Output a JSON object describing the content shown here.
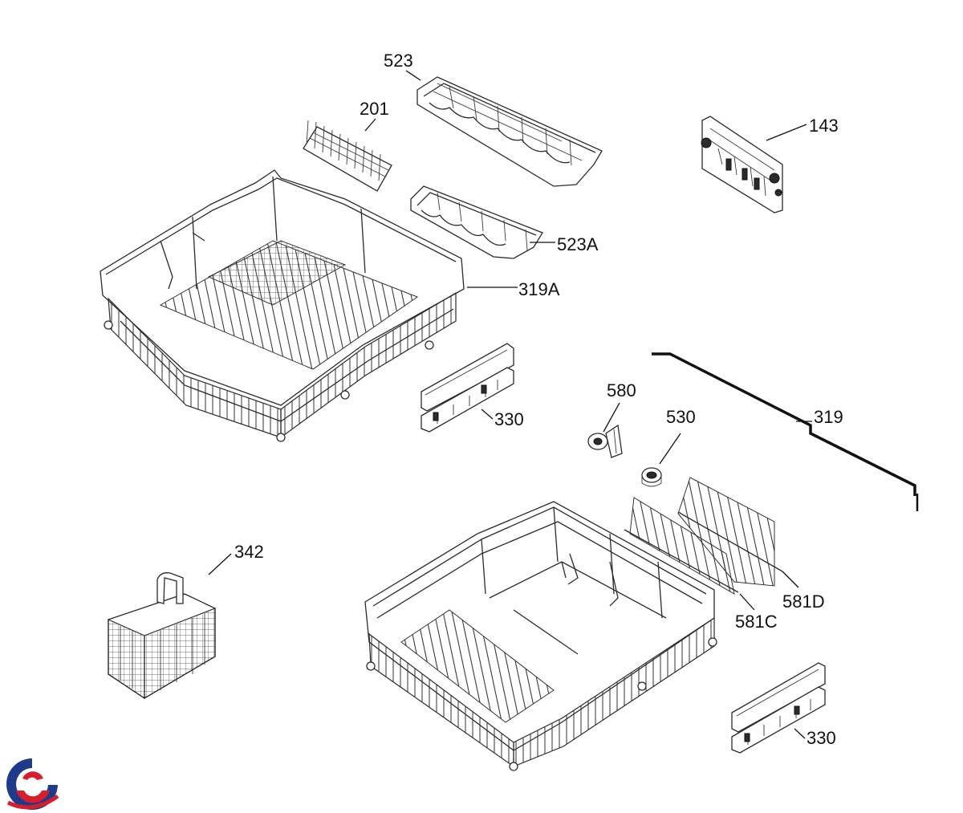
{
  "labels": {
    "p523": "523",
    "p201": "201",
    "p143": "143",
    "p523a": "523A",
    "p319a": "319A",
    "p330_upper": "330",
    "p580": "580",
    "p530": "530",
    "p319": "319",
    "p342": "342",
    "p581d": "581D",
    "p581c": "581C",
    "p330_lower": "330"
  },
  "colors": {
    "line": "#2b2b2b",
    "logo_blue": "#1e3a8a",
    "logo_red": "#d81e2c"
  },
  "logo": {
    "icon": "brand-logo-icon"
  }
}
